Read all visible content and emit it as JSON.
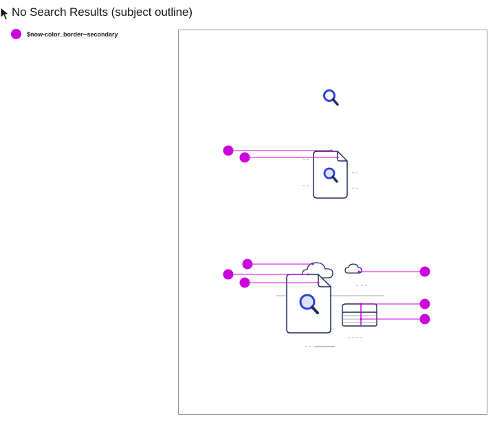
{
  "page": {
    "title": "No Search Results (subject outline)"
  },
  "legend": {
    "label": "$now-color_border--secondary",
    "color": "#cc00dd"
  },
  "colors": {
    "marker": "#cc00dd",
    "outline": "#1e2a5e",
    "accent": "#2b3fd6",
    "muted": "#a7a7b8"
  },
  "illustrations": [
    {
      "name": "search-icon-only"
    },
    {
      "name": "document-search-small"
    },
    {
      "name": "document-search-scene"
    }
  ]
}
